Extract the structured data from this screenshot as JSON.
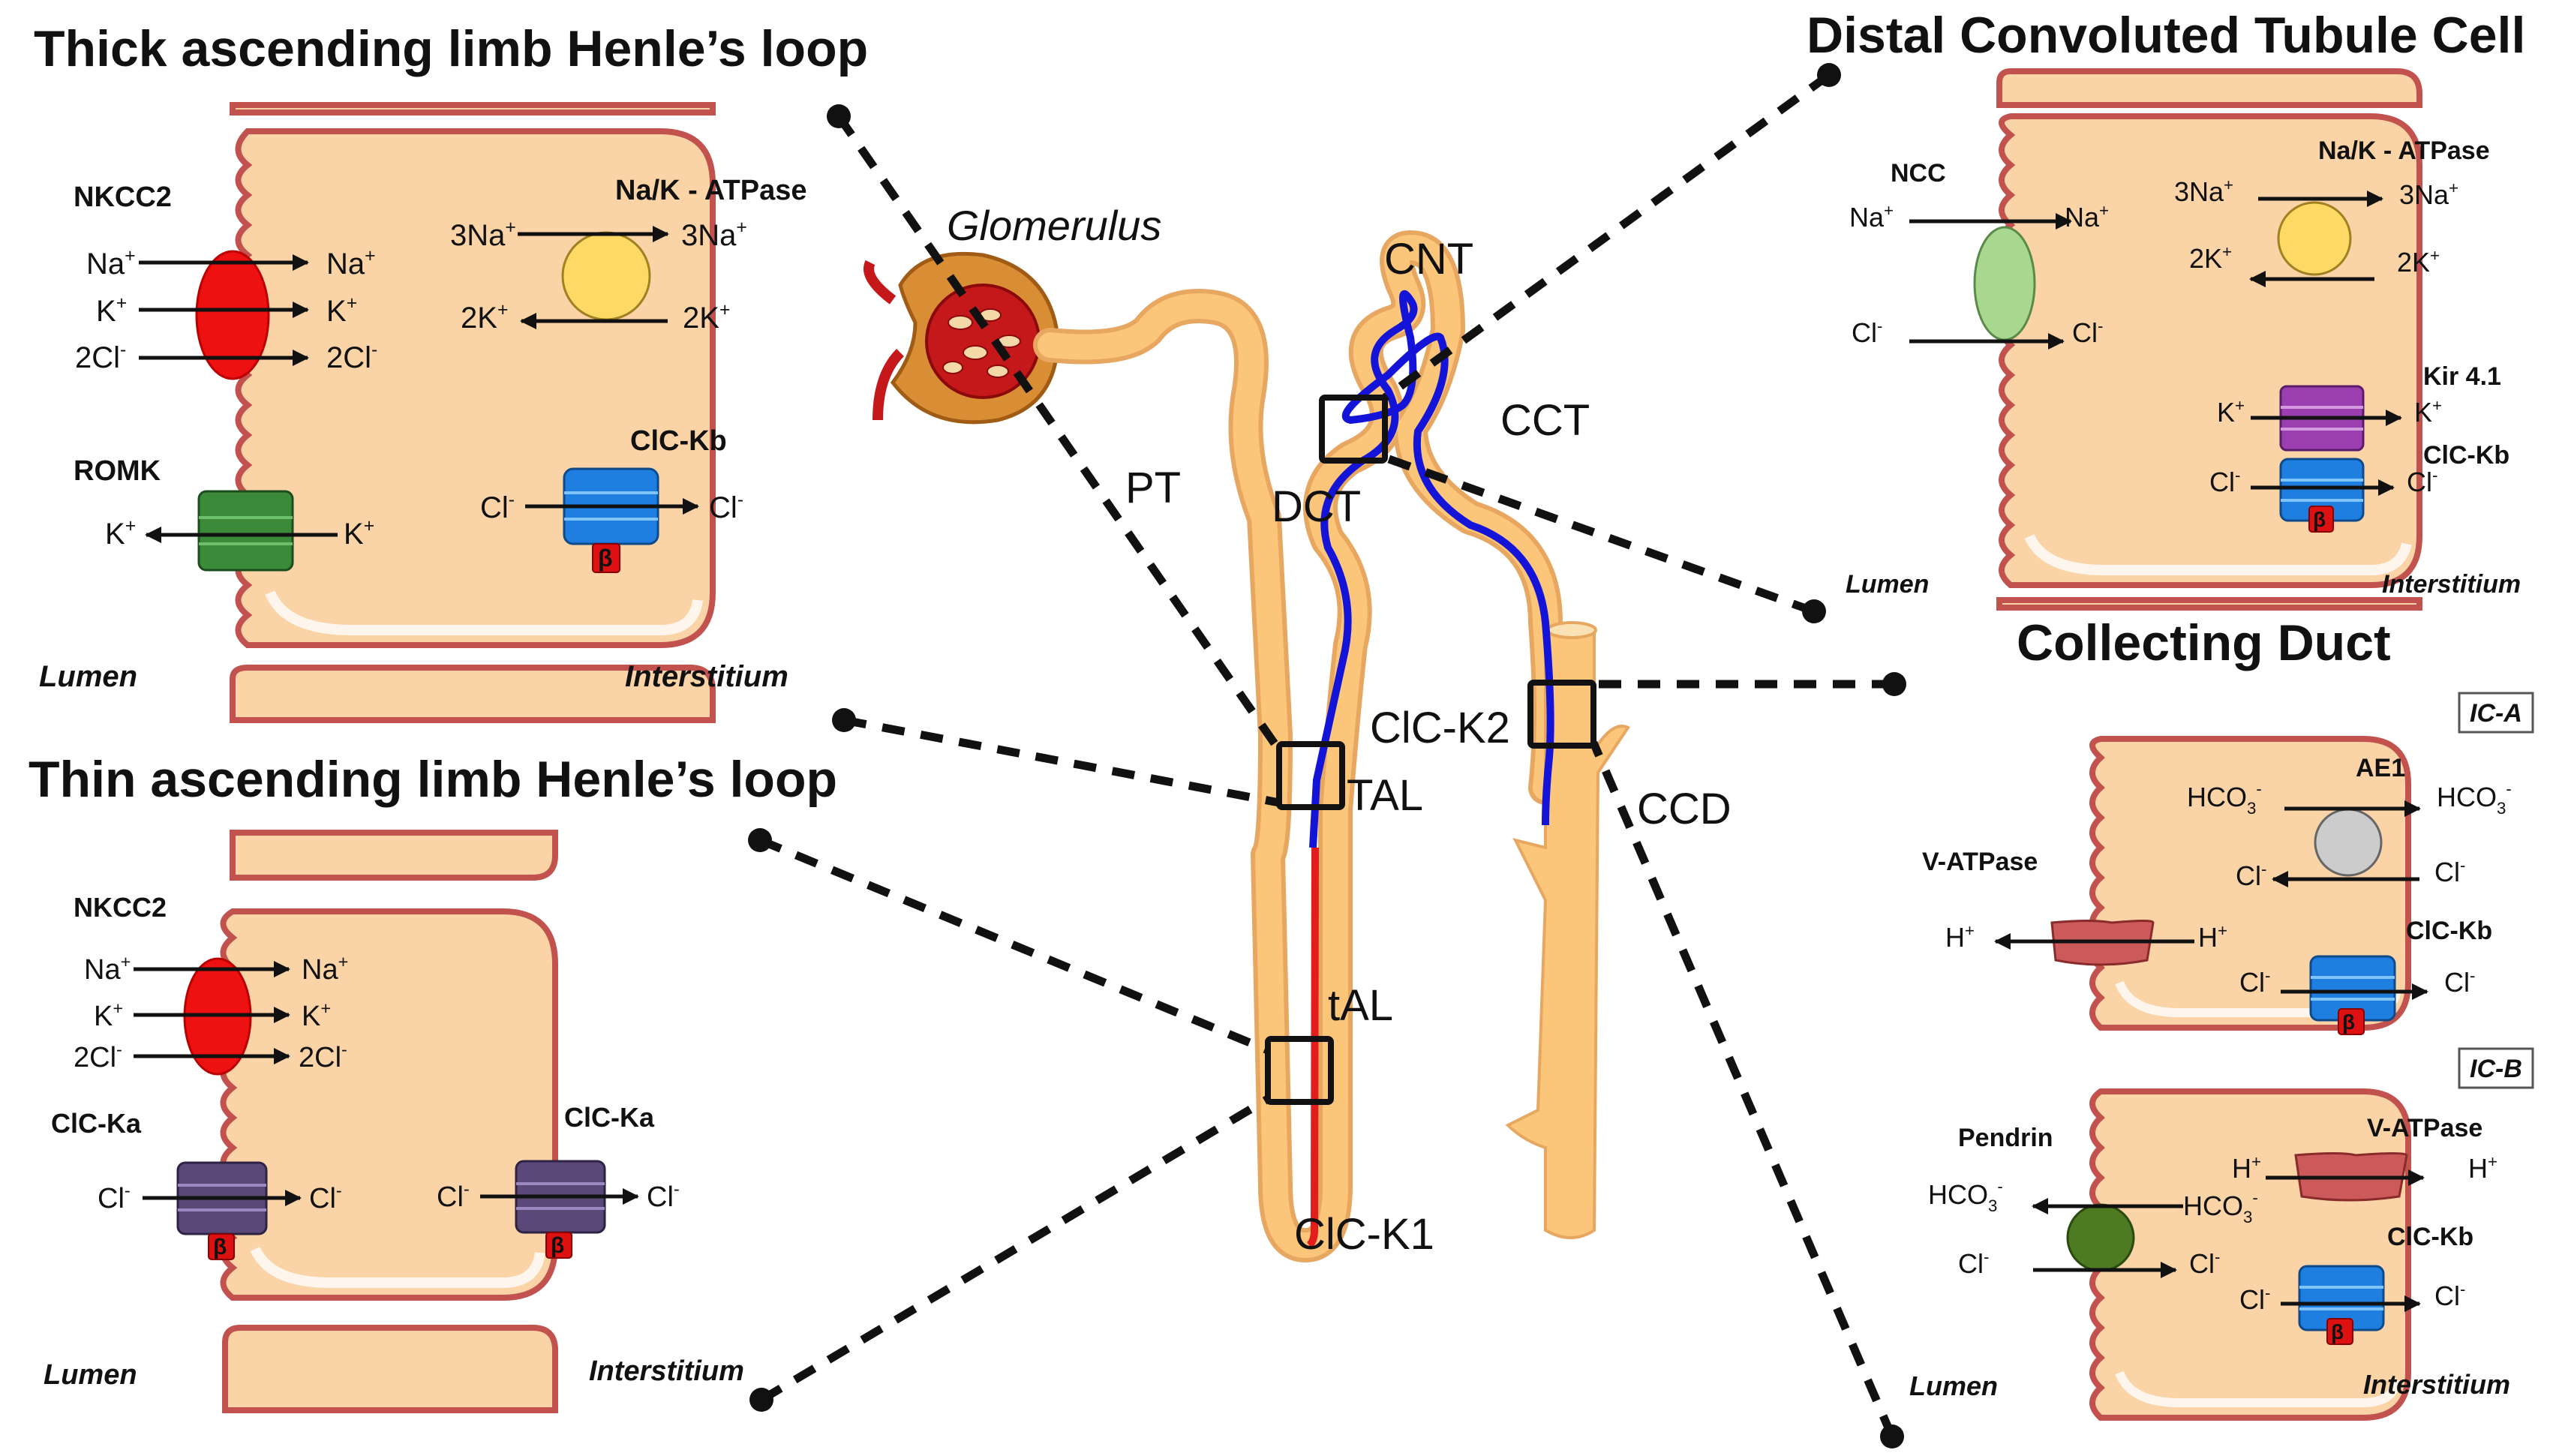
{
  "colors": {
    "cell_fill": "#fad3a6",
    "cell_stroke": "#c2524e",
    "nkcc2": "#ee1111",
    "atpase": "#ffd966",
    "romk": "#3a8a3a",
    "clc": "#1f7fe0",
    "clc_ka": "#5a4878",
    "beta": "#dd1111",
    "ncc": "#a8d890",
    "kir": "#9b3fb0",
    "ae1": "#cccccc",
    "vatpase": "#cc5a5a",
    "pendrin": "#4e7a22",
    "tubule": "#fbc67a",
    "clck1_line": "#e31c1c",
    "clck2_line": "#1414d8"
  },
  "titles": {
    "tal": "Thick ascending limb Henle’s loop",
    "tal_thin": "Thin ascending limb Henle’s loop",
    "dct": "Distal Convoluted Tubule Cell",
    "cd": "Collecting Duct"
  },
  "nephron": {
    "glomerulus": "Glomerulus",
    "pt": "PT",
    "dct": "DCT",
    "cnt": "CNT",
    "cct": "CCT",
    "tal": "TAL",
    "tal_thin": "tAL",
    "ccd": "CCD",
    "clck2": "ClC-K2",
    "clck1": "ClC-K1"
  },
  "panel_tal": {
    "nkcc2": "NKCC2",
    "na_in": "Na",
    "na_out": "Na",
    "k_in": "K",
    "k_out": "K",
    "cl_in": "2Cl",
    "cl_out": "2Cl",
    "atpase": "Na/K - ATPase",
    "na3_in": "3Na",
    "na3_out": "3Na",
    "k2_in": "2K",
    "k2_out": "2K",
    "romk": "ROMK",
    "romk_k_left": "K",
    "romk_k_right": "K",
    "clckb": "ClC-Kb",
    "clckb_cl_left": "Cl",
    "clckb_cl_right": "Cl",
    "beta": "β",
    "lumen": "Lumen",
    "interstitium": "Interstitium",
    "plus": "+",
    "minus": "-"
  },
  "panel_thin": {
    "nkcc2": "NKCC2",
    "na_in": "Na",
    "na_out": "Na",
    "k_in": "K",
    "k_out": "K",
    "cl_in": "2Cl",
    "cl_out": "2Cl",
    "clcka_left": "ClC-Ka",
    "clcka_right": "ClC-Ka",
    "cl_l1": "Cl",
    "cl_l2": "Cl",
    "cl_r1": "Cl",
    "cl_r2": "Cl",
    "beta": "β",
    "lumen": "Lumen",
    "interstitium": "Interstitium"
  },
  "panel_dct": {
    "ncc": "NCC",
    "na_in": "Na",
    "na_out": "Na",
    "cl_in": "Cl",
    "cl_out": "Cl",
    "atpase": "Na/K - ATPase",
    "na3_in": "3Na",
    "na3_out": "3Na",
    "k2_in": "2K",
    "k2_out": "2K",
    "kir": "Kir 4.1",
    "kir_k_left": "K",
    "kir_k_right": "K",
    "clckb": "ClC-Kb",
    "clckb_cl_left": "Cl",
    "clckb_cl_right": "Cl",
    "beta": "β",
    "lumen": "Lumen",
    "interstitium": "Interstitium"
  },
  "panel_cd": {
    "ica": "IC-A",
    "icb": "IC-B",
    "ae1": "AE1",
    "hco3_in": "HCO",
    "hco3_out": "HCO",
    "sub3": "3",
    "cl_ae1_left": "Cl",
    "cl_ae1_right": "Cl",
    "vatpase_a": "V-ATPase",
    "h_a_left": "H",
    "h_a_right": "H",
    "clckb_a": "ClC-Kb",
    "cl_a_left": "Cl",
    "cl_a_right": "Cl",
    "pendrin": "Pendrin",
    "pend_hco3_left": "HCO",
    "pend_hco3_right": "HCO",
    "pend_cl_left": "Cl",
    "pend_cl_right": "Cl",
    "vatpase_b": "V-ATPase",
    "h_b_left": "H",
    "h_b_right": "H",
    "clckb_b": "ClC-Kb",
    "cl_b_left": "Cl",
    "cl_b_right": "Cl",
    "beta": "β",
    "lumen": "Lumen",
    "interstitium": "Interstitium"
  }
}
